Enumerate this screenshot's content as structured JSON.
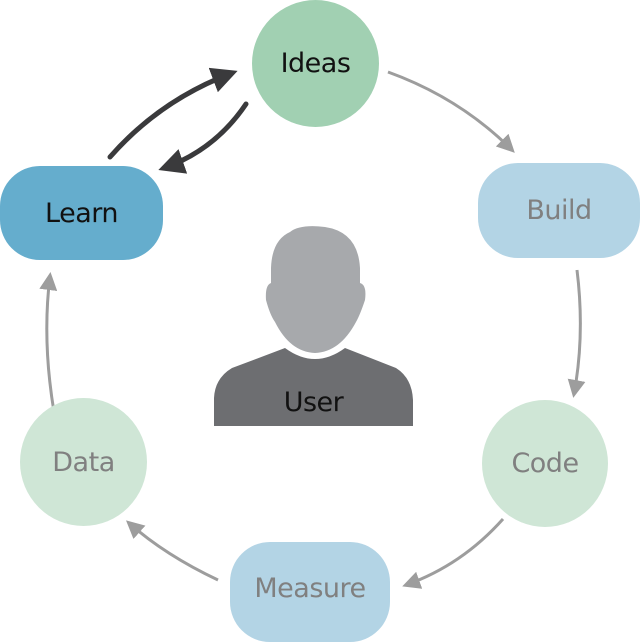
{
  "nodes": {
    "ideas": {
      "label": "Ideas",
      "color": "#a1d0b2",
      "text_color": "#111111"
    },
    "build": {
      "label": "Build",
      "color": "#b3d4e5",
      "text_color": "#808080"
    },
    "code": {
      "label": "Code",
      "color": "#cfe6d6",
      "text_color": "#808080"
    },
    "measure": {
      "label": "Measure",
      "color": "#b3d4e5",
      "text_color": "#808080"
    },
    "data": {
      "label": "Data",
      "color": "#cfe6d6",
      "text_color": "#808080"
    },
    "learn": {
      "label": "Learn",
      "color": "#65adcd",
      "text_color": "#111111"
    }
  },
  "user": {
    "label": "User",
    "head_color": "#a7a9ac",
    "body_color": "#6d6e71"
  },
  "arrows": {
    "cycle_color": "#9d9d9d",
    "feedback_color": "#3a3a3c"
  }
}
